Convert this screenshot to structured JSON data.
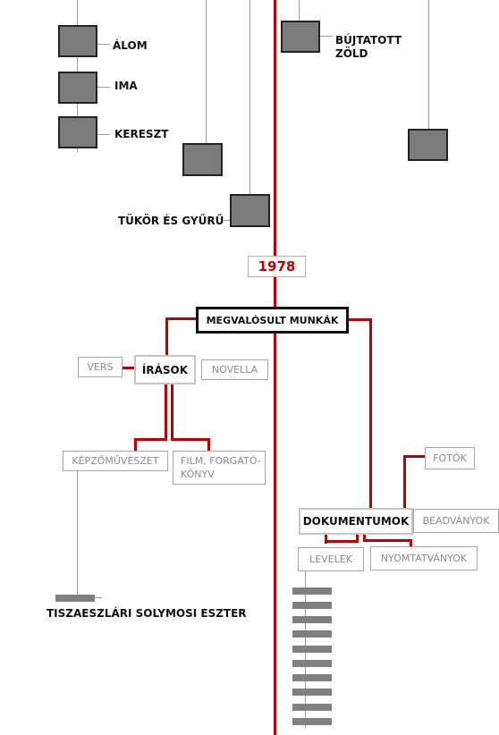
{
  "year": "1978",
  "top": {
    "alom": "ÁLOM",
    "ima": "IMA",
    "kereszt": "KERESZT",
    "tukor": "TÜKÖR ÉS GYŰRŰ",
    "bujtatott": "BÚJTATOTT ZÖLD"
  },
  "main": "MEGVALÓSULT MUNKÁK",
  "irasok": {
    "title": "ÍRÁSOK",
    "vers": "VERS",
    "novella": "NOVELLA",
    "kepzo": "KÉPZŐMŰVÉSZET",
    "film": "FILM, FORGATÓ-KÖNYV",
    "tisza": "TISZAESZLÁRI SOLYMOSI ESZTER"
  },
  "dok": {
    "title": "DOKUMENTUMOK",
    "fotok": "FOTÓK",
    "beadvanyok": "BEADVÁNYOK",
    "levelek": "LEVELEK",
    "nyomtatvanyok": "NYOMTATVÁNYOK"
  },
  "colors": {
    "accent": "#c00000",
    "node": "#7b7b7b",
    "line": "#9a9a9a"
  }
}
